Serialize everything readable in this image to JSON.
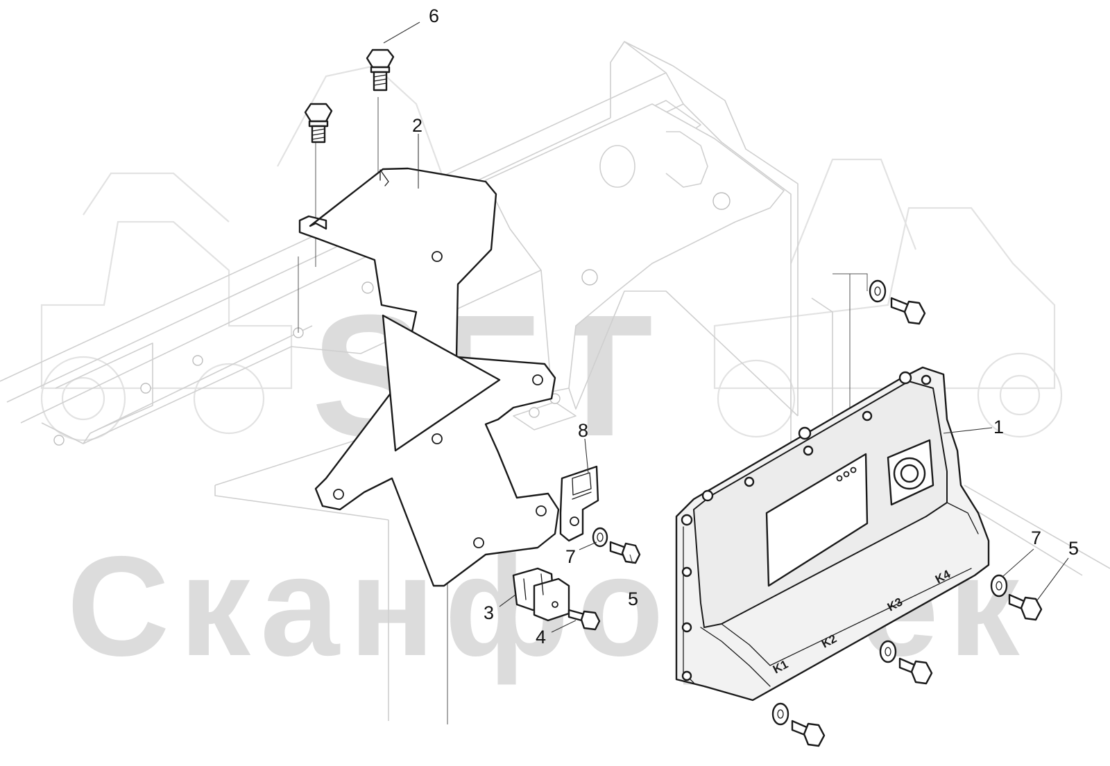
{
  "watermark": {
    "logo_text": "SFT",
    "company_text": "СканфорТек"
  },
  "callouts": {
    "c1": "1",
    "c2": "2",
    "c3": "3",
    "c4": "4",
    "c5a": "5",
    "c5b": "5",
    "c6": "6",
    "c7a": "7",
    "c7b": "7",
    "c8": "8"
  },
  "connectors": {
    "k1": "K1",
    "k2": "K2",
    "k3": "K3",
    "k4": "K4"
  },
  "colors": {
    "line": "#1a1a1a",
    "frame": "#cfcfcf",
    "watermark": "#dcdcdc"
  }
}
